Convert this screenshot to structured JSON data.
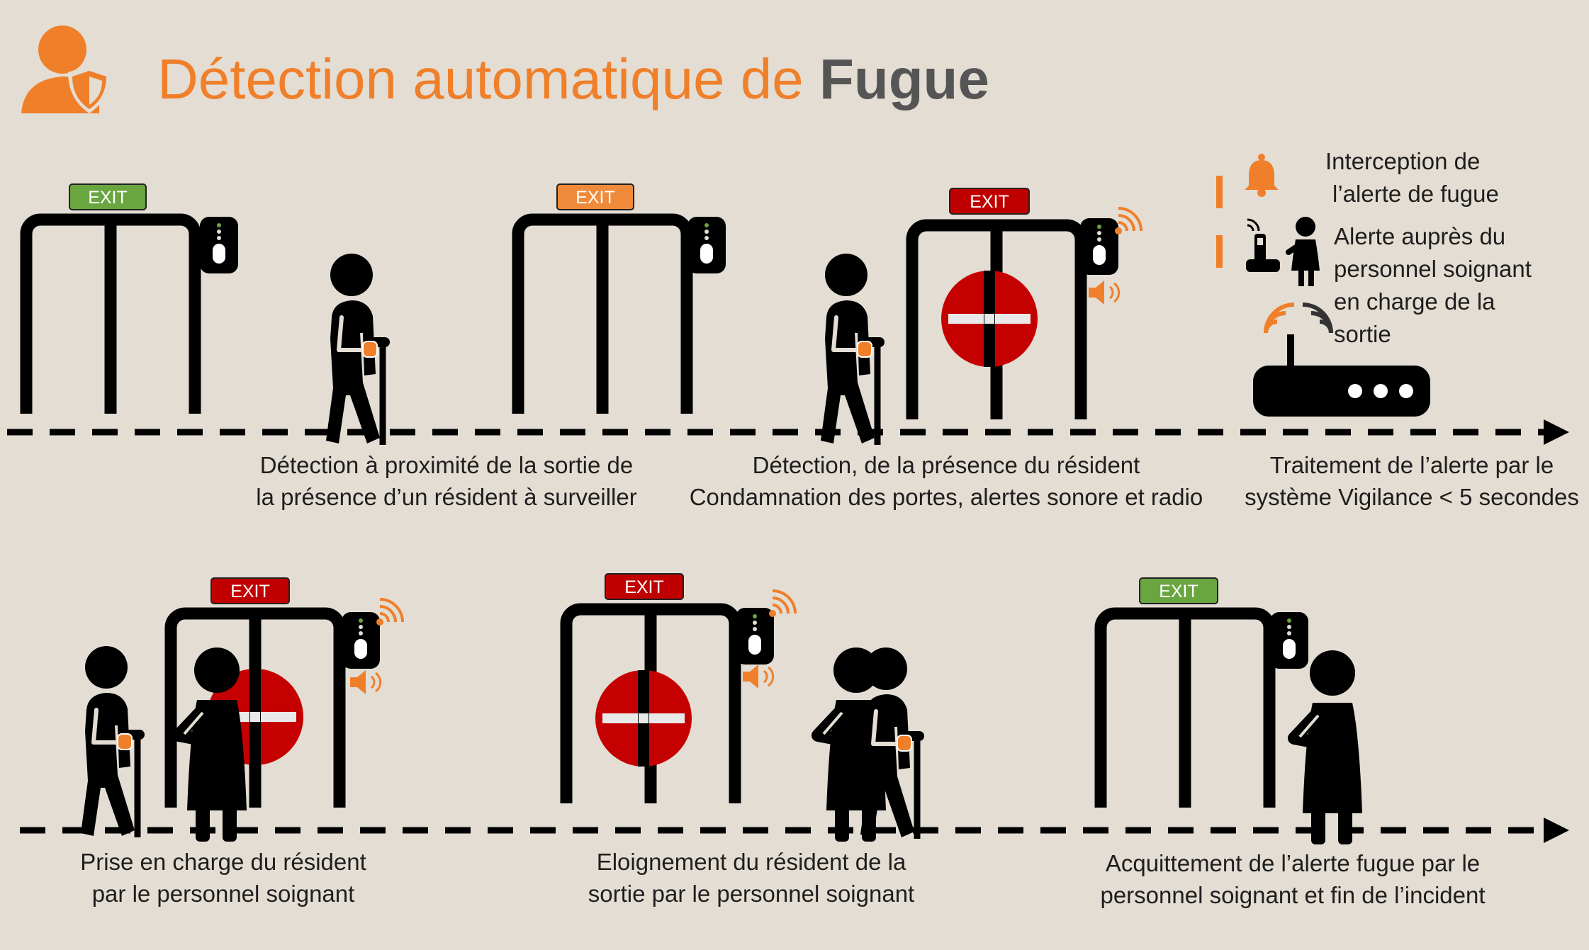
{
  "title": {
    "part1": "Détection automatique de",
    "part2": "Fugue"
  },
  "exit_sign_text": "EXIT",
  "colors": {
    "accent": "#f07f2a",
    "exit_green": "#6aa640",
    "exit_orange": "#ef8a3a",
    "exit_red": "#c00000",
    "no_entry_red": "#c50000",
    "icon_black": "#000000"
  },
  "legend": {
    "item1": {
      "lines": [
        "Interception de",
        "l’alerte de fugue"
      ]
    },
    "item2": {
      "lines": [
        "Alerte auprès du",
        "personnel soignant",
        "en charge de la",
        "sortie"
      ]
    }
  },
  "captions": {
    "step1": [
      "Détection à proximité de la sortie de",
      "la présence d’un résident à surveiller"
    ],
    "step2": [
      "Détection, de la présence du résident",
      "Condamnation des portes, alertes sonore et radio"
    ],
    "step3": [
      "Traitement de l’alerte par le",
      "système Vigilance < 5 secondes"
    ],
    "step4": [
      "Prise en charge du résident",
      "par le personnel soignant"
    ],
    "step5": [
      "Eloignement du résident de la",
      "sortie par le personnel soignant"
    ],
    "step6": [
      "Acquittement de l’alerte fugue par le",
      "personnel soignant et fin de l’incident"
    ]
  },
  "icons": [
    "user-shield-icon",
    "exit-gate-icon",
    "wall-reader-icon",
    "resident-with-cane-icon",
    "no-entry-icon",
    "wifi-signal-icon",
    "speaker-icon",
    "bell-icon",
    "phone-icon",
    "caregiver-icon",
    "router-icon",
    "arrow-right-icon"
  ]
}
